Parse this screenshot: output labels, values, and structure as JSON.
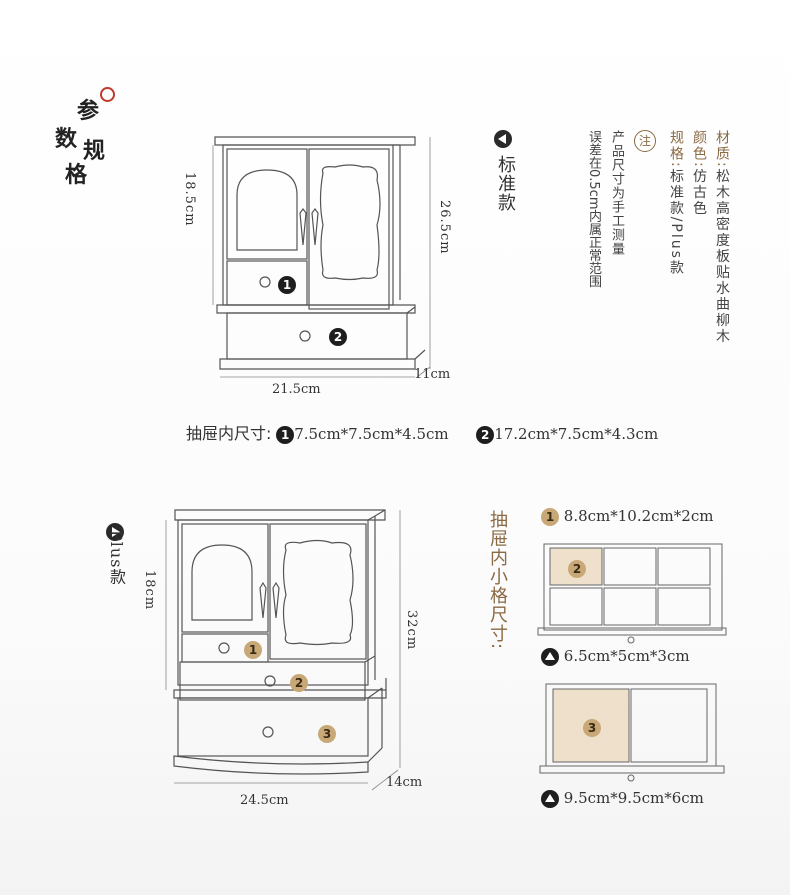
{
  "logo": {
    "chars": [
      "参",
      "数",
      "规",
      "格"
    ],
    "seal_color": "#c0392b"
  },
  "standard": {
    "label": "标准款",
    "dims": {
      "height_left": "18.5cm",
      "height_right": "26.5cm",
      "width": "21.5cm",
      "depth": "11cm"
    },
    "drawer_badges": [
      "1",
      "2"
    ],
    "drawer_sizes_title": "抽屉内尺寸:",
    "drawer_sizes": [
      {
        "badge": "1",
        "size": "7.5cm*7.5cm*4.5cm"
      },
      {
        "badge": "2",
        "size": "17.2cm*7.5cm*4.3cm"
      }
    ]
  },
  "specs": {
    "material_label": "材质",
    "material_value": "松木高密度板贴水曲柳木",
    "color_label": "颜色",
    "color_value": "仿古色",
    "spec_label": "规格",
    "spec_value": "标准款/Plus款",
    "note_icon": "注",
    "note_line1": "产品尺寸为手工测量",
    "note_line2": "误差在0.5cm内属正常范围"
  },
  "plus": {
    "label": "Plus款",
    "dims": {
      "height_left": "18cm",
      "height_right": "32cm",
      "width": "24.5cm",
      "depth": "14cm"
    },
    "drawer_badges": [
      "1",
      "2",
      "3"
    ],
    "compartment_title": "抽屉内小格尺寸:",
    "compartments": [
      {
        "badge": "1",
        "size": "8.8cm*10.2cm*2cm"
      },
      {
        "badge": "2",
        "size": "6.5cm*5cm*3cm"
      },
      {
        "badge": "3",
        "size": "9.5cm*9.5cm*6cm"
      }
    ]
  },
  "colors": {
    "accent_brown": "#8a6a44",
    "badge_tan": "#c9a878",
    "line": "#555555"
  }
}
